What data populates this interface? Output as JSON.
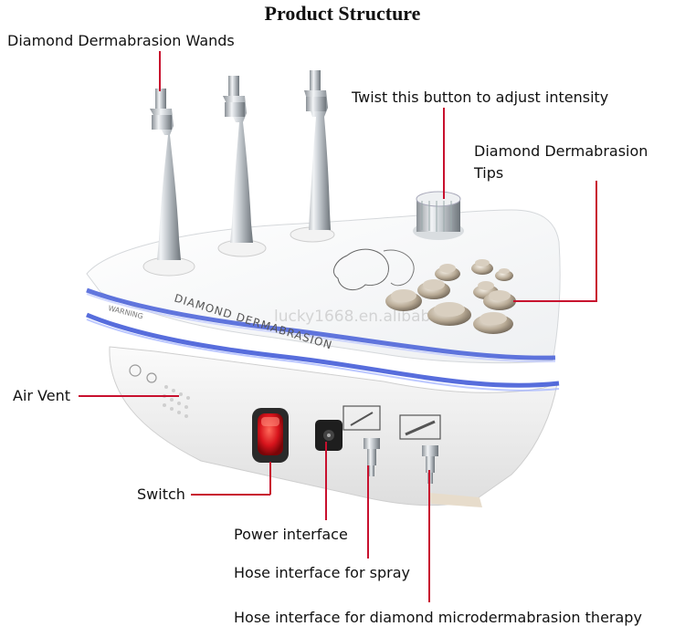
{
  "title": "Product Structure",
  "labels": {
    "wands": "Diamond Dermabrasion Wands",
    "knob": "Twist this button to adjust intensity",
    "tips_line1": "Diamond Dermabrasion",
    "tips_line2": "Tips",
    "vent": "Air Vent",
    "switch": "Switch",
    "power": "Power interface",
    "spray": "Hose interface for spray",
    "micro": "Hose interface for diamond microdermabrasion therapy"
  },
  "device_text": {
    "brand": "DIAMOND DERMABRASION",
    "warning": "WARNING",
    "watermark": "lucky1668.en.alibaba"
  },
  "colors": {
    "leader": "#c8102e",
    "switch_red": "#d8141c",
    "led_blue": "#3a54d6"
  }
}
